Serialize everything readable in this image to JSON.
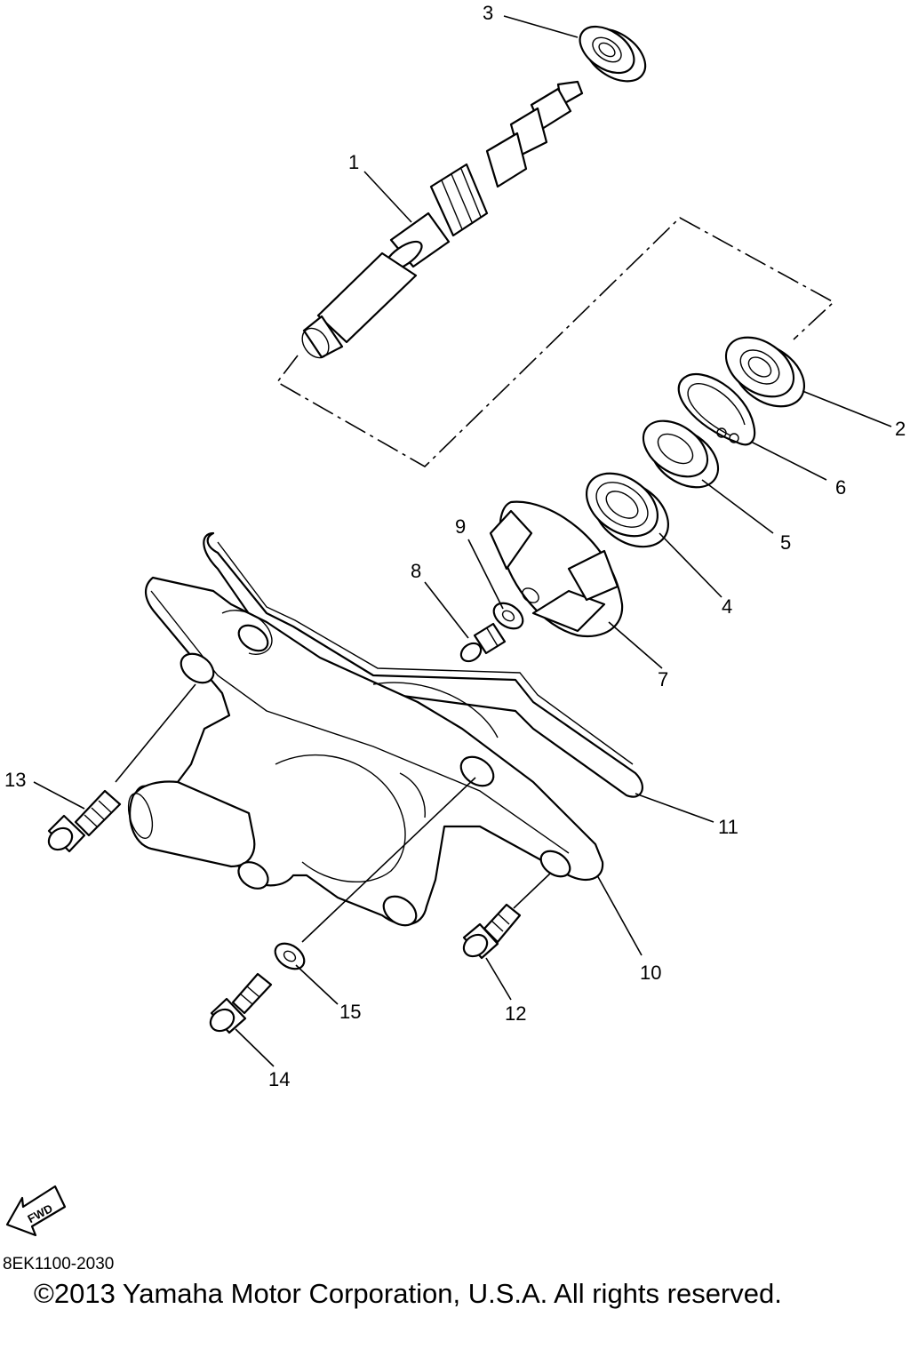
{
  "diagram": {
    "callouts": [
      {
        "id": "callout-1",
        "text": "1"
      },
      {
        "id": "callout-2",
        "text": "2"
      },
      {
        "id": "callout-3",
        "text": "3"
      },
      {
        "id": "callout-4",
        "text": "4"
      },
      {
        "id": "callout-5",
        "text": "5"
      },
      {
        "id": "callout-6",
        "text": "6"
      },
      {
        "id": "callout-7",
        "text": "7"
      },
      {
        "id": "callout-8",
        "text": "8"
      },
      {
        "id": "callout-9",
        "text": "9"
      },
      {
        "id": "callout-10",
        "text": "10"
      },
      {
        "id": "callout-11",
        "text": "11"
      },
      {
        "id": "callout-12",
        "text": "12"
      },
      {
        "id": "callout-13",
        "text": "13"
      },
      {
        "id": "callout-14",
        "text": "14"
      },
      {
        "id": "callout-15",
        "text": "15"
      }
    ],
    "fwd_label": "FWD",
    "diagram_code": "8EK1100-2030",
    "copyright": "©2013 Yamaha Motor Corporation, U.S.A. All rights reserved."
  }
}
